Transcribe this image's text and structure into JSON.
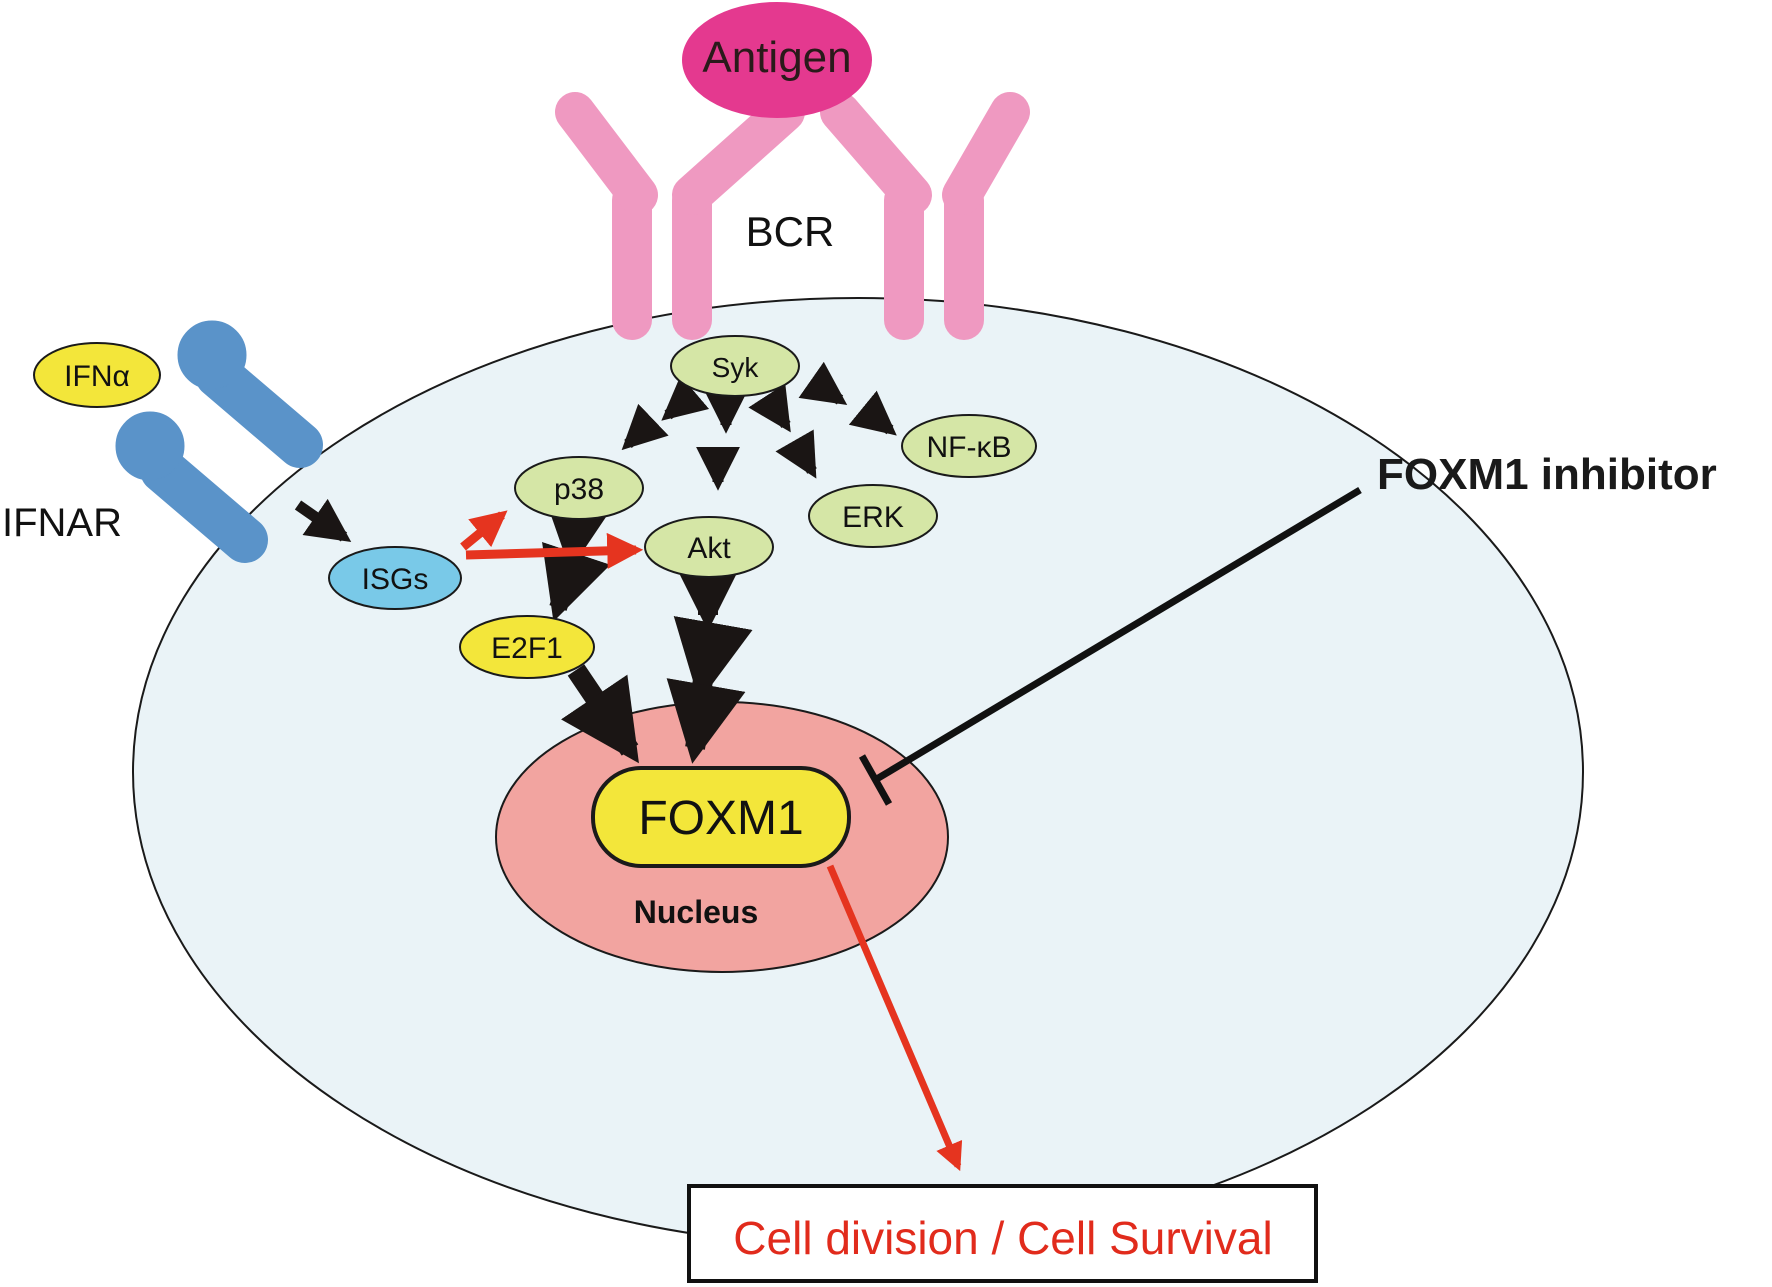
{
  "labels": {
    "antigen": "Antigen",
    "bcr": "BCR",
    "ifna": "IFNα",
    "ifnar": "IFNAR",
    "foxm1_inhibitor": "FOXM1 inhibitor",
    "nucleus": "Nucleus",
    "outcome": "Cell division / Cell Survival"
  },
  "nodes": {
    "syk": "Syk",
    "p38": "p38",
    "akt": "Akt",
    "erk": "ERK",
    "nfkb": "NF-κB",
    "isgs": "ISGs",
    "e2f1": "E2F1",
    "foxm1": "FOXM1"
  },
  "colors": {
    "cell_fill": "#eaf3f7",
    "nucleus_fill": "#f2a4a0",
    "antigen": "#e4398f",
    "bcr": "#ef99c1",
    "ifnar": "#5a93c9",
    "yellow_node": "#f3e63a",
    "green_node": "#d5e6a6",
    "isgs_node": "#79c9e8",
    "red_arrow": "#e5341f",
    "outcome_text": "#e12b1c"
  }
}
